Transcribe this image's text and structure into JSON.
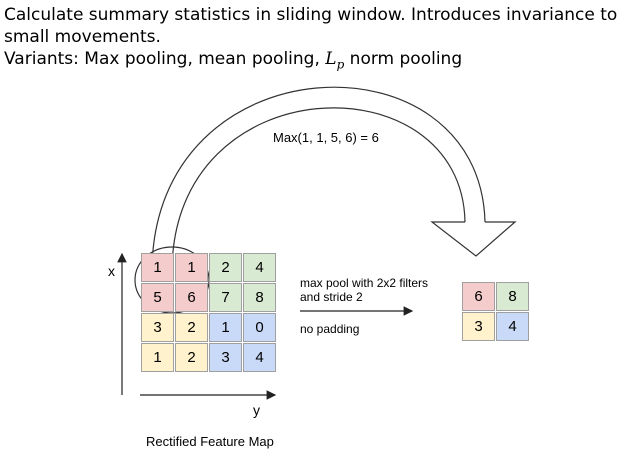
{
  "intro": {
    "line1": "Calculate summary statistics in sliding window. Introduces invariance to",
    "line2": "small movements.",
    "line3_prefix": "Variants: Max pooling, mean pooling, ",
    "line3_lp_base": "L",
    "line3_lp_sub": "p",
    "line3_suffix": " norm pooling"
  },
  "diagram": {
    "max_label": "Max(1, 1, 5, 6) = 6",
    "axis_x_label": "x",
    "axis_y_label": "y",
    "op_label_line1": "max pool with 2x2 filters",
    "op_label_line2": "and stride 2",
    "padding_label": "no padding",
    "caption": "Rectified Feature Map",
    "input_grid": [
      [
        "1",
        "1",
        "2",
        "4"
      ],
      [
        "5",
        "6",
        "7",
        "8"
      ],
      [
        "3",
        "2",
        "1",
        "0"
      ],
      [
        "1",
        "2",
        "3",
        "4"
      ]
    ],
    "output_grid": [
      [
        "6",
        "8"
      ],
      [
        "3",
        "4"
      ]
    ],
    "colors": {
      "red": "#f4cccc",
      "green": "#d9ead3",
      "yellow": "#fff2cc",
      "blue": "#c9daf8"
    }
  }
}
